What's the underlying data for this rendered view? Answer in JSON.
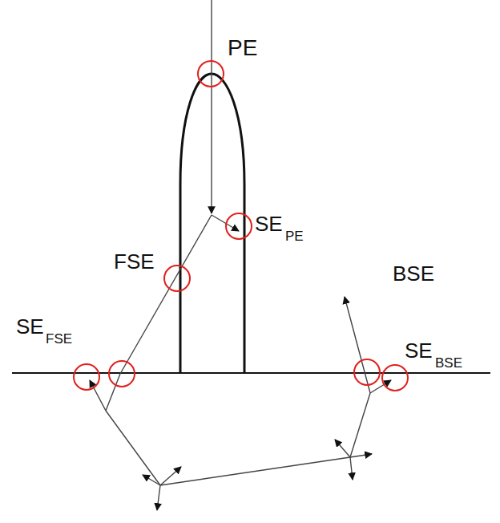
{
  "diagram": {
    "labels": [
      "PE",
      "SE",
      "PE",
      "FSE",
      "BSE",
      "SE",
      "FSE",
      "SE",
      "BSE"
    ]
  }
}
